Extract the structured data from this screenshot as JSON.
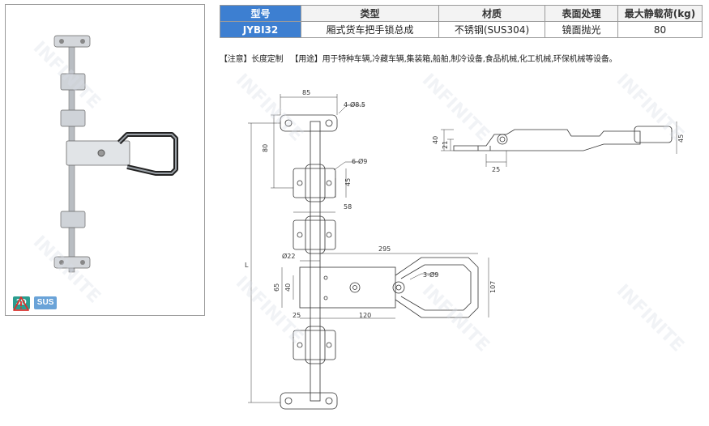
{
  "table": {
    "headers": [
      "型号",
      "类型",
      "材质",
      "表面处理",
      "最大静载荷(kg)"
    ],
    "row": [
      "JYBI32",
      "厢式货车把手锁总成",
      "不锈钢(SUS304)",
      "镜面抛光",
      "80"
    ]
  },
  "note": {
    "caution": "【注意】长度定制",
    "usage": "【用途】用于特种车辆,冷藏车辆,集装箱,船舶,制冷设备,食品机械,化工机械,环保机械等设备。"
  },
  "badges": {
    "three_d": "3D",
    "sus": "SUS"
  },
  "watermark": "INFINITE",
  "dimensions": {
    "d85": "85",
    "holes_top": "4-Ø8.5",
    "d80": "80",
    "holes_mid": "6-Ø9",
    "d45": "45",
    "d58": "58",
    "d295": "295",
    "d22": "Ø22",
    "holes_handle": "3-Ø9",
    "d40": "40",
    "d65": "65",
    "d107": "107",
    "d25": "25",
    "d120": "120",
    "L": "L",
    "side_40": "40",
    "side_21": "21",
    "side_45": "45",
    "side_25": "25"
  },
  "colors": {
    "header_blue": "#3d7fd1",
    "teal": "#2a9d8f",
    "sus_blue": "#6aa3d8",
    "warn_red": "#d9302c"
  }
}
